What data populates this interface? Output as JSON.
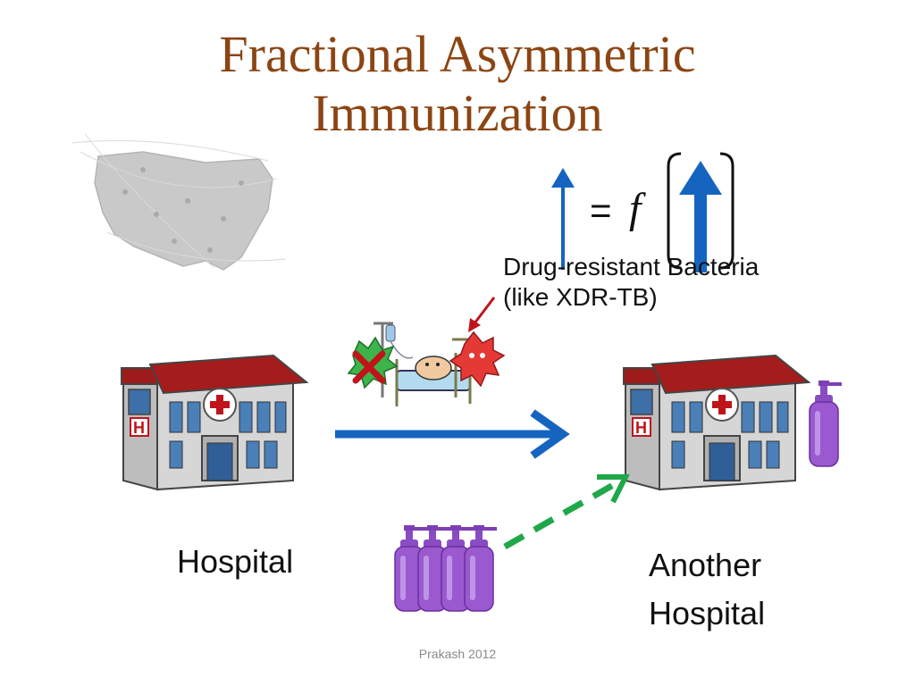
{
  "title": {
    "line1": "Fractional Asymmetric",
    "line2": "Immunization"
  },
  "formula": {
    "equals": "=",
    "function": "f"
  },
  "drug_label": {
    "line1": "Drug-resistant Bacteria",
    "line2": "(like XDR-TB)"
  },
  "nodes": {
    "hospital": "Hospital",
    "another_line1": "Another",
    "another_line2": "Hospital"
  },
  "footer": "Prakash 2012",
  "colors": {
    "title": "#8B4513",
    "arrow_blue": "#1565C0",
    "arrow_green": "#1FA84A",
    "red": "#C0141B",
    "soap": "#9B59D0"
  }
}
